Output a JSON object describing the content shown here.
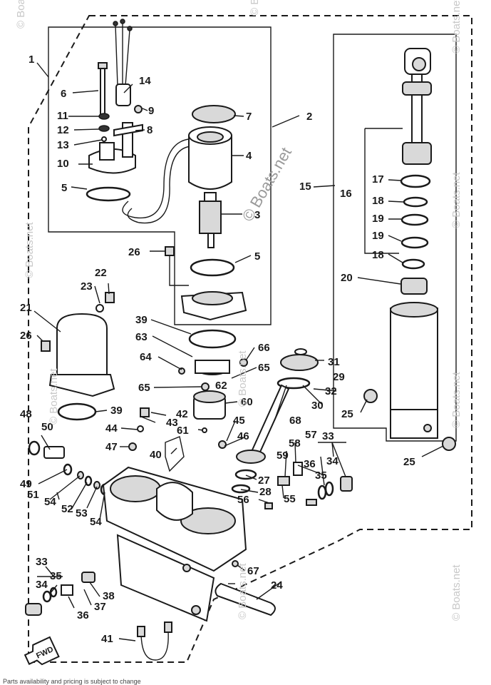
{
  "callouts": {
    "n1": "1",
    "n2": "2",
    "n3": "3",
    "n4": "4",
    "n5a": "5",
    "n5b": "5",
    "n6": "6",
    "n7": "7",
    "n8": "8",
    "n9": "9",
    "n10": "10",
    "n11": "11",
    "n12": "12",
    "n13": "13",
    "n14": "14",
    "n15": "15",
    "n16": "16",
    "n17": "17",
    "n18a": "18",
    "n18b": "18",
    "n19a": "19",
    "n19b": "19",
    "n20": "20",
    "n21": "21",
    "n22": "22",
    "n23": "23",
    "n24": "24",
    "n25a": "25",
    "n25b": "25",
    "n26a": "26",
    "n26b": "26",
    "n27": "27",
    "n28": "28",
    "n29": "29",
    "n30": "30",
    "n31": "31",
    "n32": "32",
    "n33a": "33",
    "n33b": "33",
    "n34a": "34",
    "n34b": "34",
    "n35a": "35",
    "n35b": "35",
    "n36a": "36",
    "n36b": "36",
    "n37": "37",
    "n38": "38",
    "n39a": "39",
    "n39b": "39",
    "n40": "40",
    "n41": "41",
    "n42": "42",
    "n43": "43",
    "n44": "44",
    "n45": "45",
    "n46": "46",
    "n47": "47",
    "n48": "48",
    "n49": "49",
    "n50": "50",
    "n51": "51",
    "n52": "52",
    "n53": "53",
    "n54a": "54",
    "n54b": "54",
    "n55": "55",
    "n56": "56",
    "n57": "57",
    "n58": "58",
    "n59": "59",
    "n60": "60",
    "n61": "61",
    "n62": "62",
    "n63": "63",
    "n64": "64",
    "n65a": "65",
    "n65b": "65",
    "n66": "66",
    "n67": "67",
    "n68": "68"
  },
  "watermark": {
    "copyright": "© Boats.net",
    "center": "© Boats.net"
  },
  "fwd_label": "FWD",
  "footer": "Parts availability and pricing is subject to change"
}
